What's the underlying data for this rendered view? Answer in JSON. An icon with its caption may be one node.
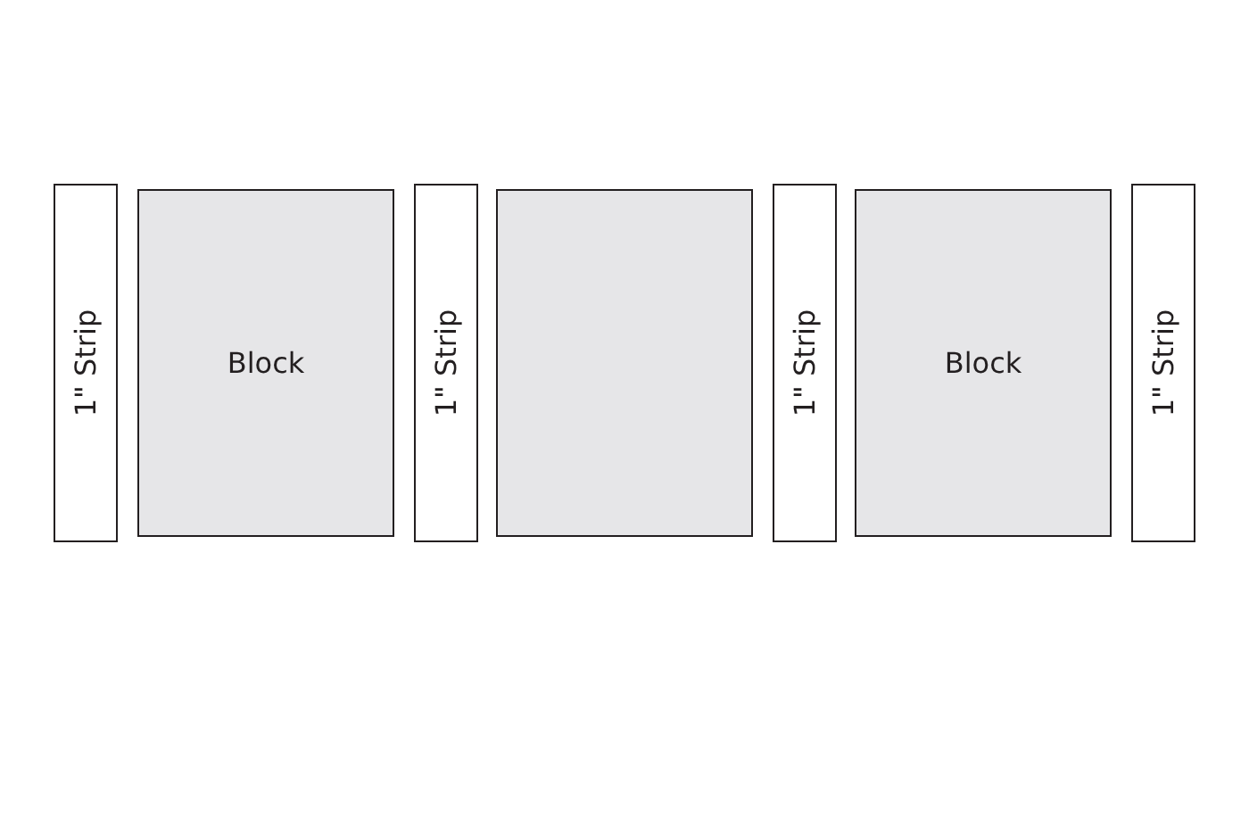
{
  "diagram": {
    "nodes": [
      {
        "text": [
          "1\" Strip"
        ]
      },
      {
        "text": [
          "Block"
        ]
      },
      {
        "text": [
          "1\" Strip"
        ]
      },
      {
        "text": [],
        "shape": "box"
      },
      {
        "text": [
          "1\" Strip"
        ]
      },
      {
        "text": [
          "Block"
        ]
      },
      {
        "text": [
          "1\" Strip"
        ]
      }
    ]
  }
}
